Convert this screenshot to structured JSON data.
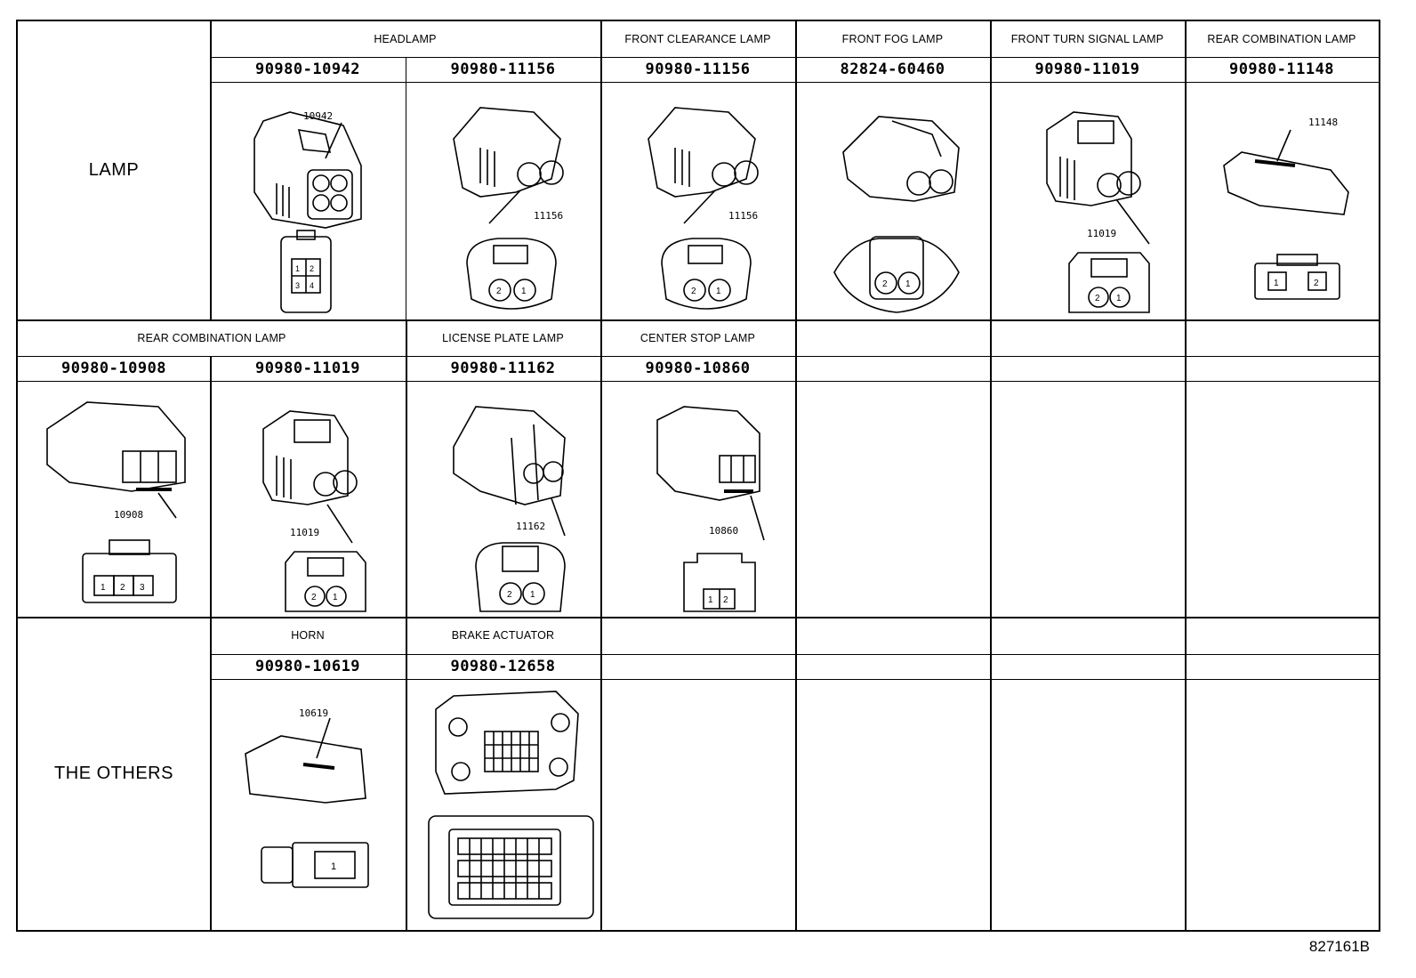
{
  "categories": {
    "lamp": "LAMP",
    "others": "THE OTHERS"
  },
  "row1": {
    "systems": [
      "HEADLAMP",
      "FRONT CLEARANCE LAMP",
      "FRONT FOG LAMP",
      "FRONT TURN SIGNAL LAMP",
      "REAR COMBINATION LAMP"
    ],
    "parts": [
      "90980-10942",
      "90980-11156",
      "90980-11156",
      "82824-60460",
      "90980-11019",
      "90980-11148"
    ],
    "codes": [
      "10942",
      "11156",
      "11156",
      "",
      "11019",
      "11148"
    ]
  },
  "row2": {
    "systems": [
      "REAR COMBINATION LAMP",
      "LICENSE PLATE LAMP",
      "CENTER STOP LAMP"
    ],
    "parts": [
      "90980-10908",
      "90980-11019",
      "90980-11162",
      "90980-10860"
    ],
    "codes": [
      "10908",
      "11019",
      "11162",
      "10860"
    ]
  },
  "row3": {
    "systems": [
      "HORN",
      "BRAKE ACTUATOR"
    ],
    "parts": [
      "90980-10619",
      "90980-12658"
    ],
    "codes": [
      "10619"
    ]
  },
  "pins": {
    "headlamp_10942": [
      "1",
      "2",
      "3",
      "4"
    ],
    "two_pin_reverse": [
      "2",
      "1"
    ],
    "two_pin": [
      "1",
      "2"
    ],
    "three_pin": [
      "1",
      "2",
      "3"
    ],
    "one_pin": [
      "1"
    ]
  },
  "footer": "827161B"
}
